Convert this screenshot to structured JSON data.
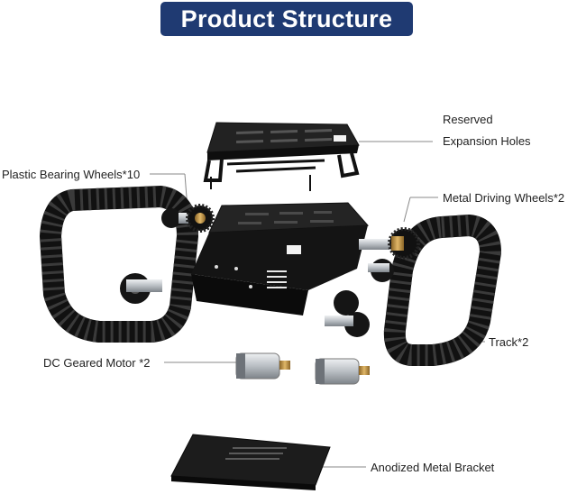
{
  "title": "Product Structure",
  "labels": {
    "reserved_line1": "Reserved",
    "reserved_line2": "Expansion Holes",
    "bearing_wheels": "Plastic Bearing Wheels*10",
    "driving_wheels": "Metal Driving Wheels*2",
    "track": "Track*2",
    "motor": "DC Geared Motor *2",
    "bracket": "Anodized Metal Bracket"
  },
  "colors": {
    "banner": "#1f3a72",
    "metal_black": "#1b1b1b",
    "brass": "#b8893c",
    "steel": "#c9cdd1",
    "leader": "#888888"
  }
}
